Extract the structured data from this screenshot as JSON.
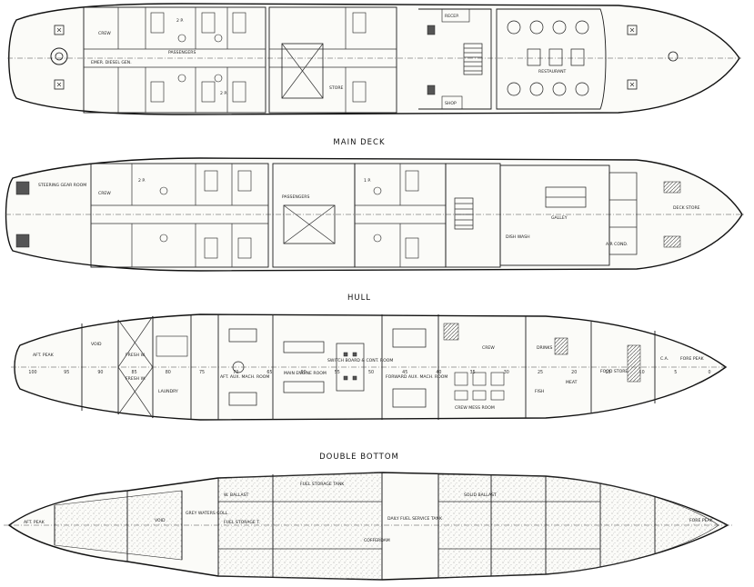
{
  "headings": {
    "main_deck": "MAIN DECK",
    "hull": "HULL",
    "double_bottom": "DOUBLE BOTTOM"
  },
  "upper_deck": {
    "labels": {
      "crew": "CREW",
      "emer_diesel_gen": "EMER. DIESEL GEN.",
      "passengers": "PASSENGERS",
      "store": "STORE",
      "recep": "RECEP.",
      "shop": "SHOP",
      "restaurant": "RESTAURANT",
      "cabin_2p": "2 P."
    }
  },
  "main_deck": {
    "labels": {
      "steering_gear_room": "STEERING GEAR ROOM",
      "crew": "CREW",
      "passengers": "PASSENGERS",
      "galley": "GALLEY",
      "air_cond": "AIR COND.",
      "dish_wash": "DISH WASH",
      "deck_store": "DECK STORE",
      "cabin_2p": "2 P.",
      "cabin_1p": "1 P."
    }
  },
  "hull": {
    "labels": {
      "aft_peak": "AFT. PEAK",
      "void": "VOID",
      "fresh_w_1": "FRESH W.",
      "fresh_w_2": "FRESH W.",
      "laundry": "LAUNDRY",
      "aft_aux_mach_room": "AFT. AUX. MACH. ROOM",
      "main_engine_room": "MAIN ENGINE ROOM",
      "switch_board": "SWITCH BOARD & CONT. ROOM",
      "forward_aux_mach_room": "FORWARD AUX. MACH. ROOM",
      "crew": "CREW",
      "crew_mess_room": "CREW MESS ROOM",
      "drinks": "DRINKS",
      "fish": "FISH",
      "meat": "MEAT",
      "food_store": "FOOD STORE",
      "ca": "C.A.",
      "fore_peak": "FORE PEAK"
    }
  },
  "double_bottom": {
    "labels": {
      "aft_peak": "AFT. PEAK",
      "w_ballast": "W. BALLAST",
      "void": "VOID",
      "grey_waters_coll": "GREY WATERS COLL.",
      "fuel_storage_t": "FUEL STORAGE T.",
      "fuel_storage_tank": "FUEL STORAGE TANK",
      "daily_fuel_service_tank": "DAILY FUEL SERVICE TANK",
      "solid_ballast": "SOLID BALLAST",
      "cofferdam": "COFFERDAM",
      "fore_peak": "FORE PEAK"
    }
  },
  "frame_numbers": [
    "100",
    "95",
    "90",
    "85",
    "80",
    "75",
    "70",
    "65",
    "60",
    "55",
    "50",
    "45",
    "40",
    "35",
    "30",
    "25",
    "20",
    "15",
    "10",
    "5",
    "0"
  ]
}
